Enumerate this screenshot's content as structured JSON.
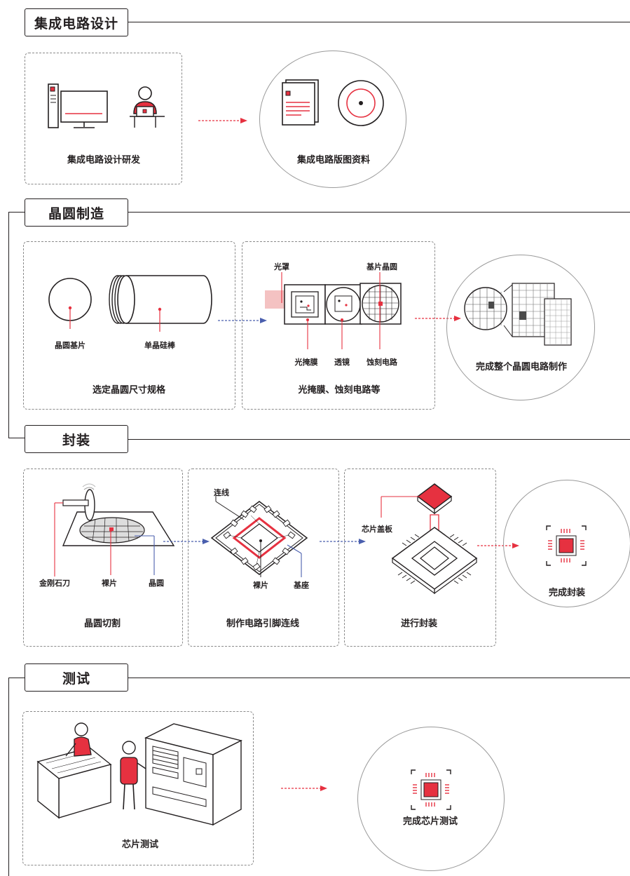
{
  "accent": "#e63140",
  "blue": "#4a5fae",
  "sections": {
    "design": {
      "title": "集成电路设计",
      "step1_caption": "集成电路设计研发",
      "result_caption": "集成电路版图资料"
    },
    "wafer": {
      "title": "晶圆制造",
      "step1_caption": "选定晶圆尺寸规格",
      "step1_labels": {
        "wafer_base": "晶圆基片",
        "ingot": "单晶硅棒"
      },
      "step2_caption": "光掩膜、蚀刻电路等",
      "step2_labels": {
        "reticle": "光罩",
        "substrate": "基片晶圆",
        "photomask": "光掩膜",
        "lens": "透镜",
        "etch": "蚀刻电路"
      },
      "result_caption": "完成整个晶圆电路制作"
    },
    "package": {
      "title": "封装",
      "step1_caption": "晶圆切割",
      "step1_labels": {
        "blade": "金刚石刀",
        "die": "裸片",
        "wafer": "晶圆"
      },
      "step2_caption": "制作电路引脚连线",
      "step2_labels": {
        "wire": "连线",
        "die": "裸片",
        "base": "基座"
      },
      "step3_caption": "进行封装",
      "step3_labels": {
        "lid": "芯片盖板"
      },
      "result_caption": "完成封装"
    },
    "test": {
      "title": "测试",
      "step1_caption": "芯片测试",
      "result_caption": "完成芯片测试"
    }
  }
}
